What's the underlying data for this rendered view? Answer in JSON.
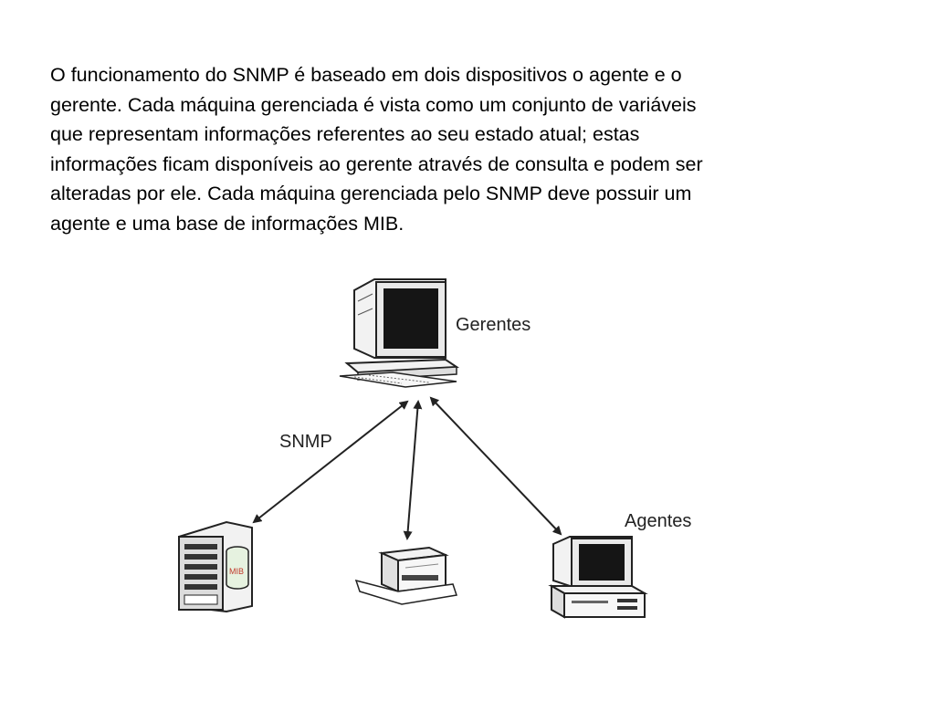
{
  "paragraph_lines": [
    "O funcionamento do SNMP é baseado em dois dispositivos o agente e o",
    "gerente. Cada máquina gerenciada é vista como um conjunto de variáveis",
    "que representam informações referentes ao seu estado atual; estas",
    "informações ficam disponíveis ao gerente através de consulta e podem ser",
    "alteradas por ele. Cada máquina gerenciada pelo SNMP deve possuir um",
    "agente e uma base de informações MIB."
  ],
  "diagram": {
    "manager_label": "Gerentes",
    "protocol_label": "SNMP",
    "agents_label": "Agentes",
    "mib_label": "MIB",
    "colors": {
      "outline": "#222222",
      "screen": "#151515",
      "mib_text": "#c0392b",
      "device_fill": "#f2f2f2"
    }
  }
}
